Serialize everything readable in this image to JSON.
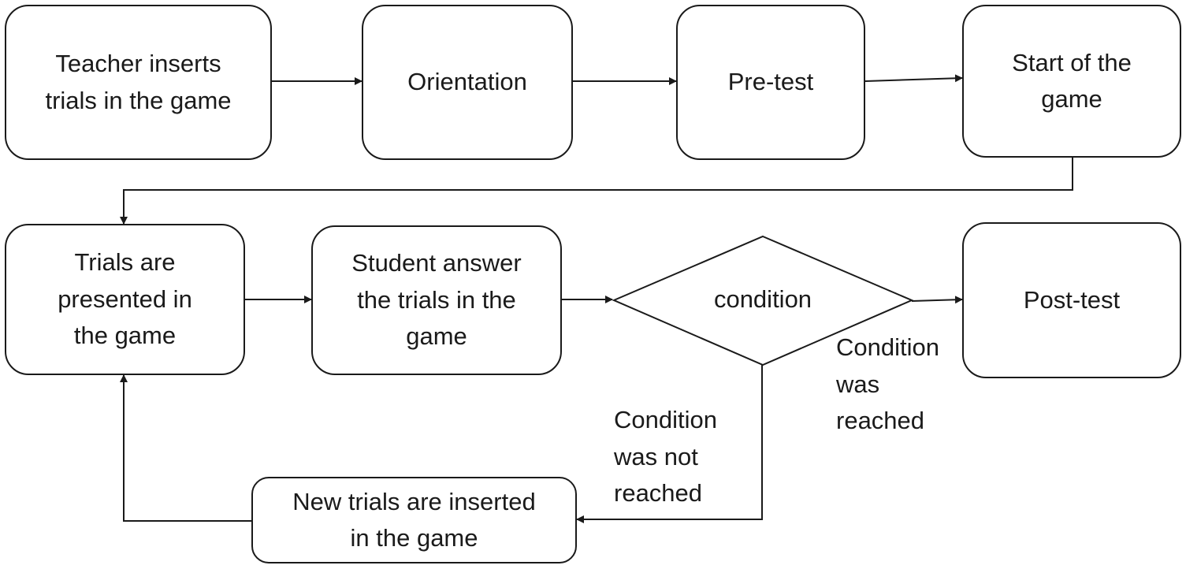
{
  "nodes": {
    "teacher": "Teacher inserts\ntrials in the game",
    "orientation": "Orientation",
    "pretest": "Pre-test",
    "start": "Start of the\ngame",
    "trials": "Trials are\npresented in\nthe game",
    "student": "Student answer\nthe trials in the\ngame",
    "condition": "condition",
    "posttest": "Post-test",
    "newtrials": "New trials are inserted\nin the game"
  },
  "edge_labels": {
    "reached": "Condition\nwas\nreached",
    "not_reached": "Condition\nwas not\nreached"
  }
}
